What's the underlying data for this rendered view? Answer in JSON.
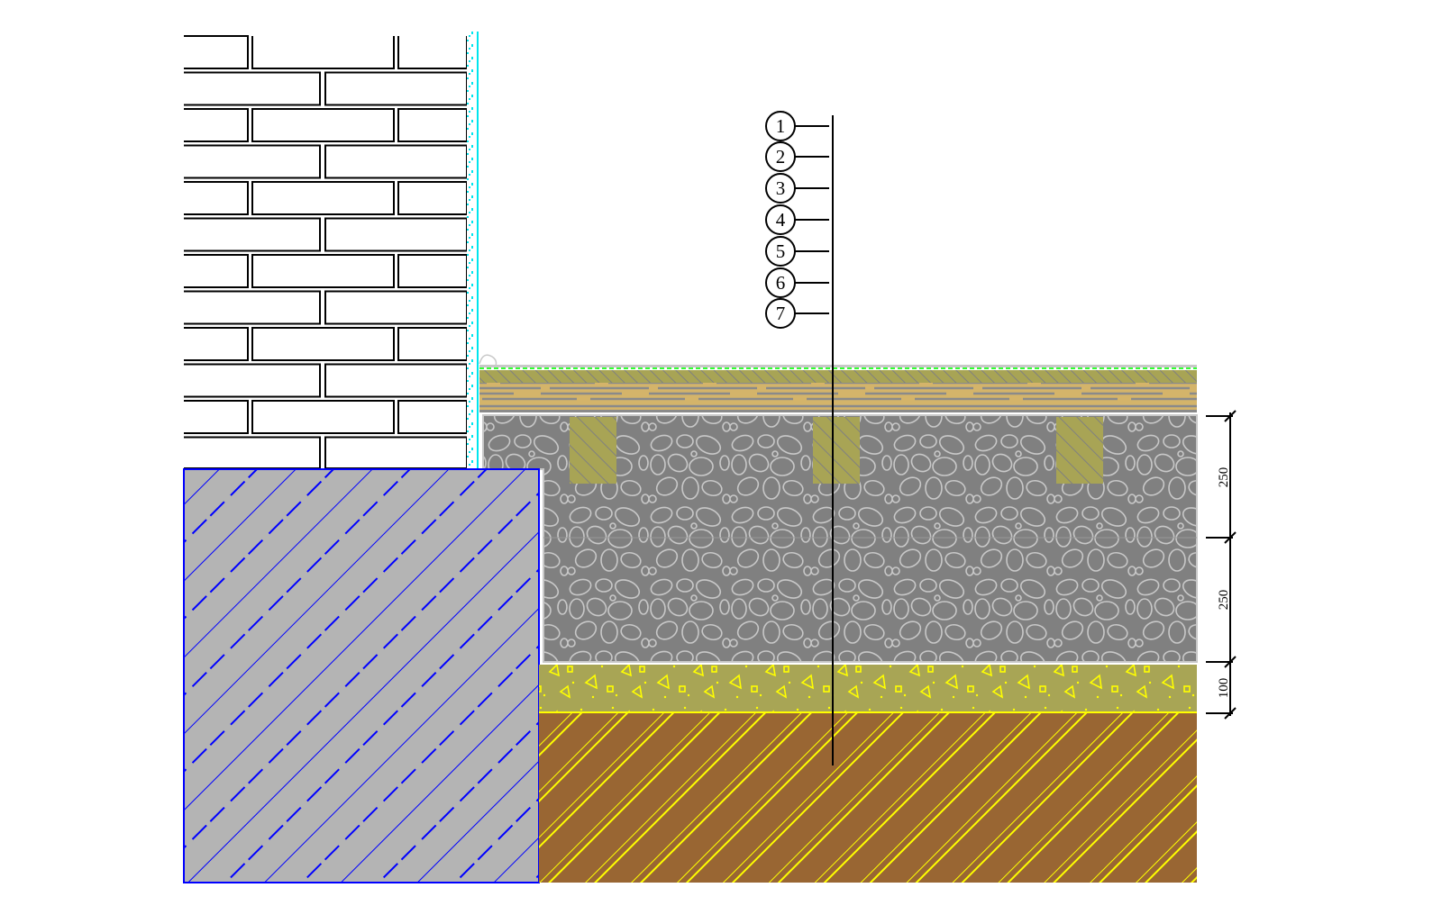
{
  "callouts": [
    "1",
    "2",
    "3",
    "4",
    "5",
    "6",
    "7"
  ],
  "dimensions": [
    "250",
    "250",
    "100"
  ],
  "colors": {
    "brick_line": "#000000",
    "insulation": "#00e5ee",
    "concrete": "#b4b4b4",
    "concrete_hatch": "#0000ff",
    "gravel": "#808080",
    "gravel_outline": "#c8c8c8",
    "post": "#a8a455",
    "wood": "#d4b46a",
    "sand": "#a8a555",
    "sand_marks": "#ffff00",
    "soil": "#996633",
    "soil_hatch": "#ffff00",
    "top_membrane": "#33ff33"
  }
}
